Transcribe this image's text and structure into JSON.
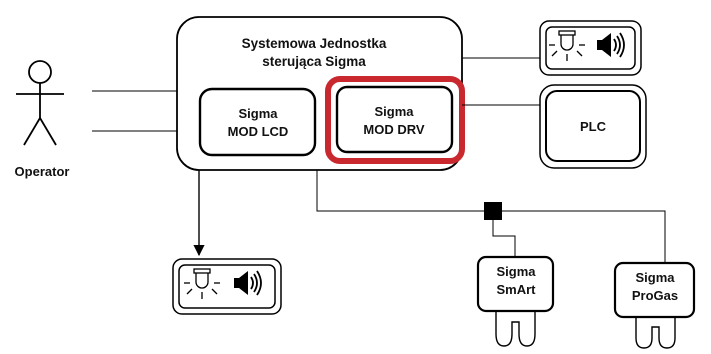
{
  "operator": {
    "label": "Operator"
  },
  "main_unit": {
    "title_line1": "Systemowa Jednostka",
    "title_line2": "sterująca Sigma"
  },
  "mod_lcd": {
    "line1": "Sigma",
    "line2": "MOD LCD"
  },
  "mod_drv": {
    "line1": "Sigma",
    "line2": "MOD DRV",
    "highlight_color": "#c8282e"
  },
  "plc": {
    "label": "PLC"
  },
  "smart": {
    "line1": "Sigma",
    "line2": "SmArt"
  },
  "progas": {
    "line1": "Sigma",
    "line2": "ProGas"
  },
  "icons": {
    "signal_lamp": "beacon-light-icon",
    "speaker": "speaker-icon"
  }
}
